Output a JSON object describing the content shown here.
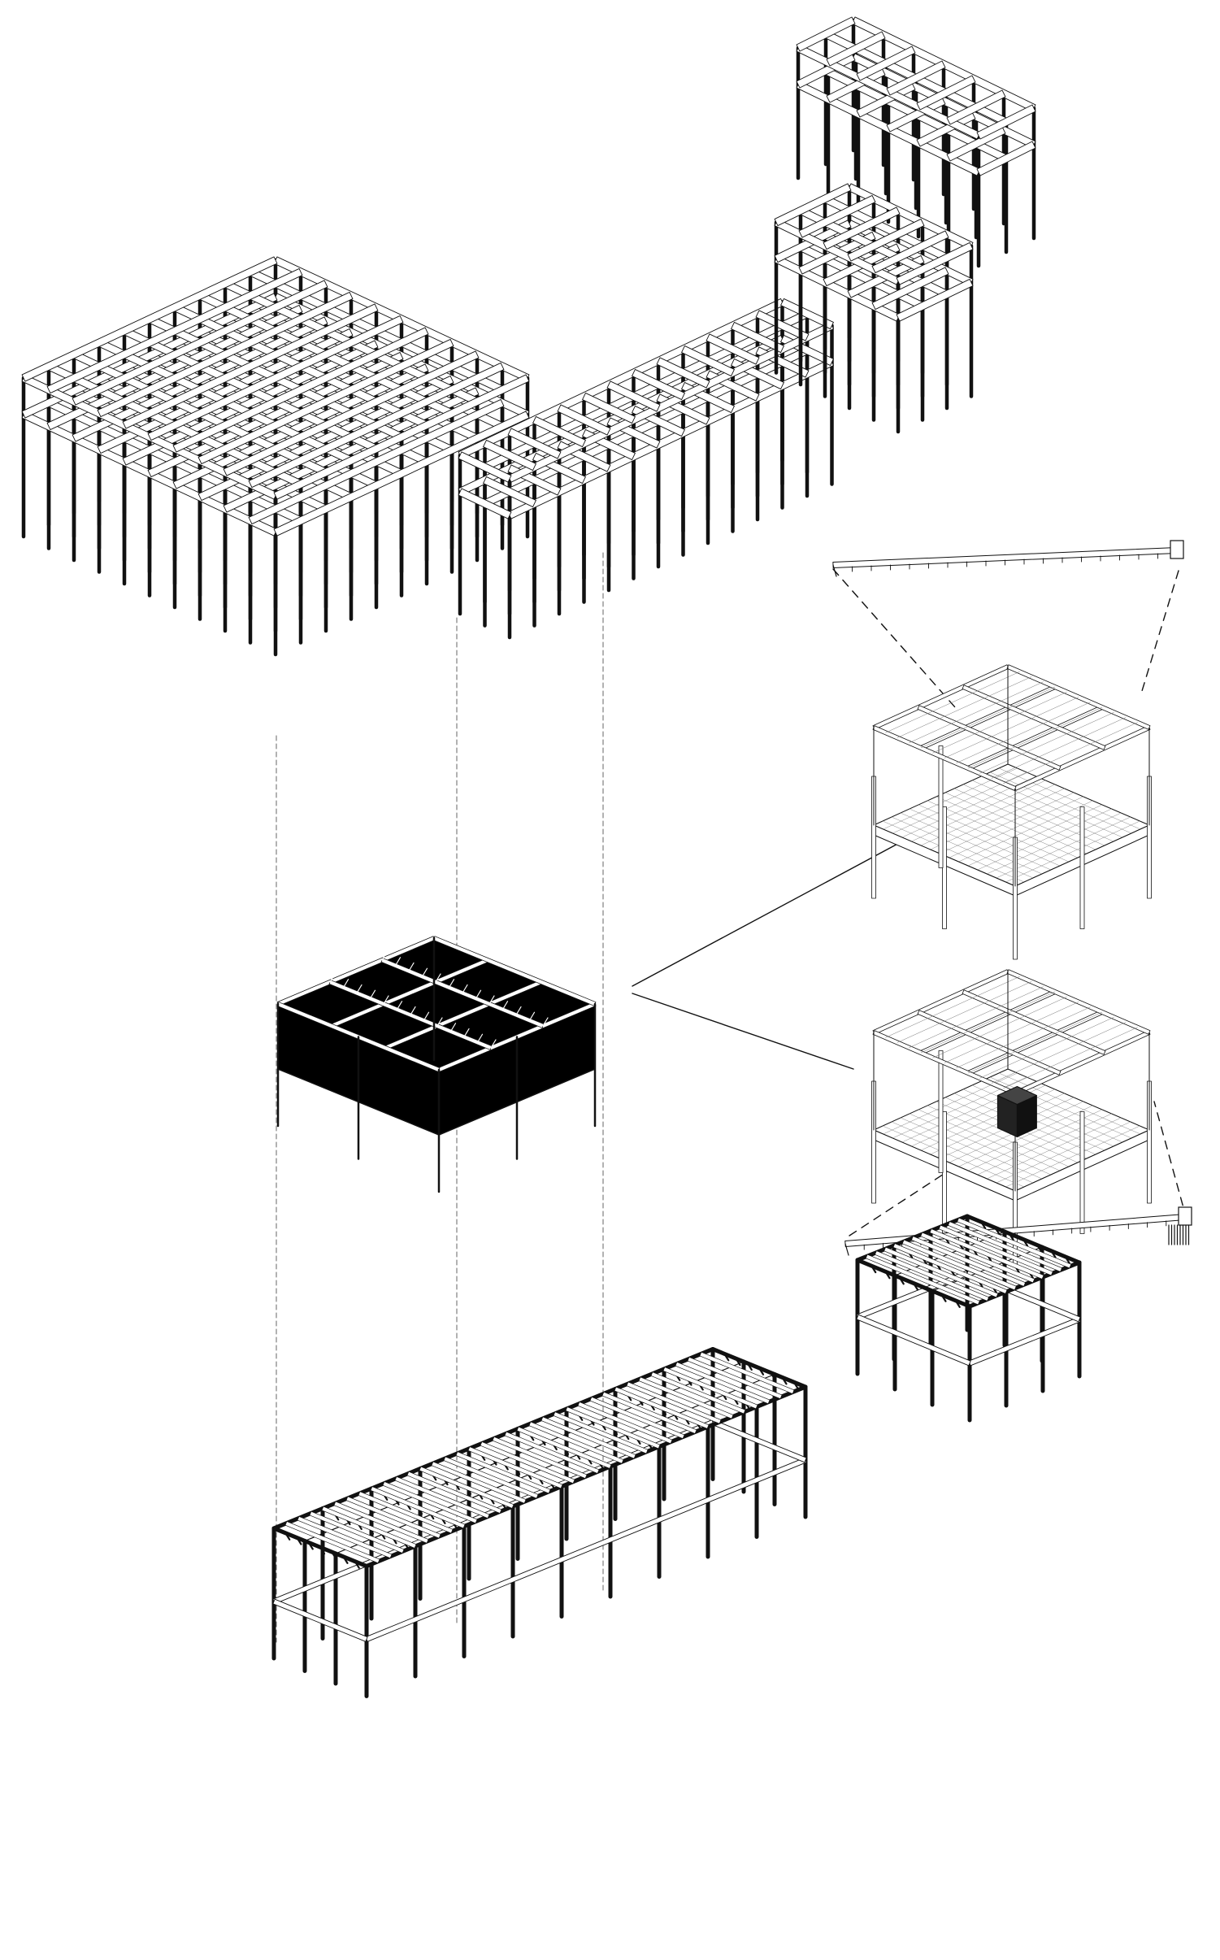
{
  "diagram": {
    "kind": "exploded axonometric structural diagram",
    "colors": {
      "background": "#ffffff",
      "line": "#111111",
      "fill_dark": "#000000",
      "frame_light": "#ffffff"
    },
    "parts": [
      "upper-campus-frame",
      "middle-module-dark",
      "detail-module-upper",
      "detail-module-lower",
      "detail-beam-upper",
      "detail-beam-lower",
      "lower-frame-cluster"
    ]
  }
}
